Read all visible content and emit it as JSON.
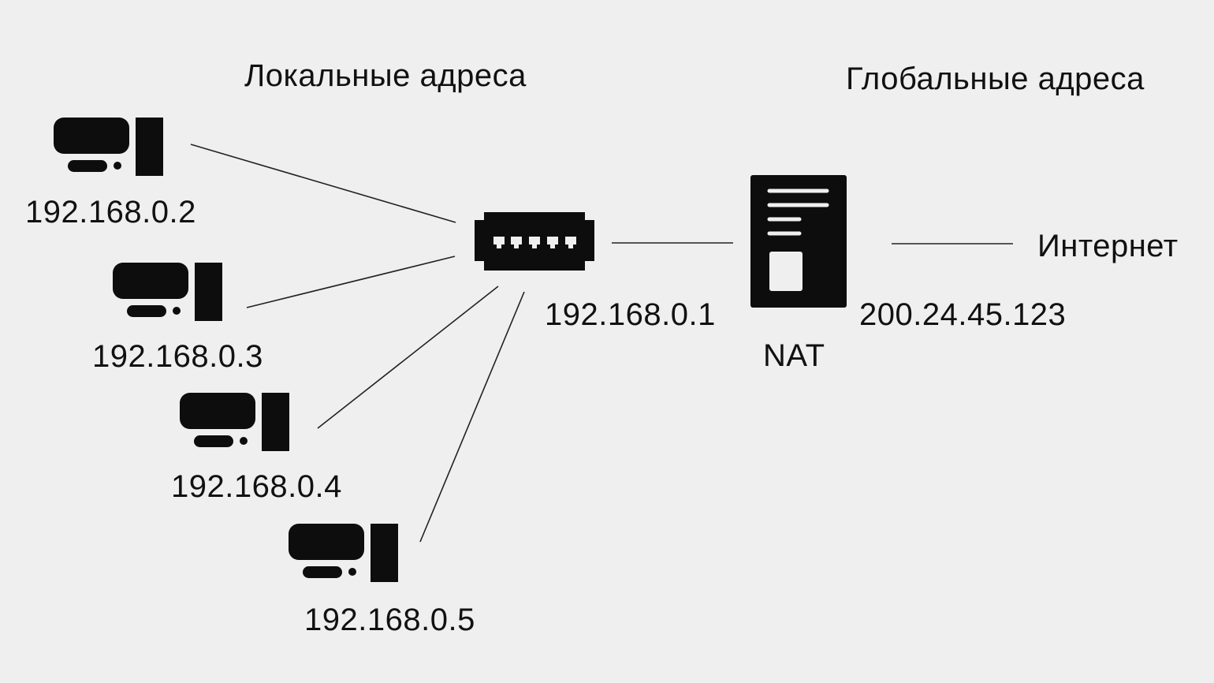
{
  "headings": {
    "local": "Локальные адреса",
    "global": "Глобальные адреса"
  },
  "hosts": [
    {
      "ip": "192.168.0.2",
      "icon": "computer-icon"
    },
    {
      "ip": "192.168.0.3",
      "icon": "computer-icon"
    },
    {
      "ip": "192.168.0.4",
      "icon": "computer-icon"
    },
    {
      "ip": "192.168.0.5",
      "icon": "computer-icon"
    }
  ],
  "switch": {
    "ip": "192.168.0.1",
    "icon": "switch-icon"
  },
  "nat": {
    "label": "NAT",
    "ip": "200.24.45.123",
    "icon": "server-icon"
  },
  "internet": {
    "label": "Интернет"
  },
  "colors": {
    "background": "#efefef",
    "foreground": "#111111"
  }
}
